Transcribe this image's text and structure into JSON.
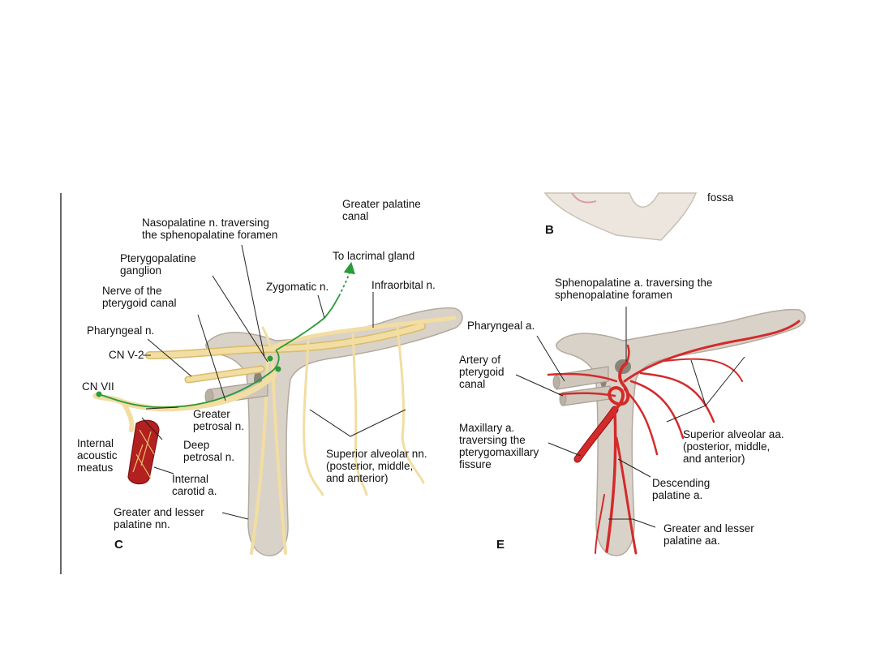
{
  "colors": {
    "bone": "#d9d2c8",
    "bone_stroke": "#b3aa9d",
    "nerve": "#f2dda2",
    "nerve_stroke": "#d9bb6a",
    "parasympathetic": "#2a9a3a",
    "artery": "#d42a2a",
    "artery_dark": "#8e1212",
    "leader": "#222222"
  },
  "panel_b": {
    "letter": "B",
    "label_fossa": "fossa"
  },
  "panel_c": {
    "letter": "C",
    "labels": {
      "greater_palatine_canal": "Greater palatine\ncanal",
      "nasopalatine": "Nasopalatine n. traversing\nthe sphenopalatine foramen",
      "lacrimal": "To lacrimal gland",
      "pterygopalatine_ganglion": "Pterygopalatine\nganglion",
      "zygomatic": "Zygomatic n.",
      "infraorbital": "Infraorbital n.",
      "nerve_pterygoid_canal": "Nerve of the\npterygoid canal",
      "pharyngeal_n": "Pharyngeal n.",
      "cn_v2": "CN V-2",
      "cn_vii": "CN VII",
      "greater_petrosal": "Greater\npetrosal n.",
      "internal_acoustic_meatus": "Internal\nacoustic\nmeatus",
      "deep_petrosal": "Deep\npetrosal n.",
      "internal_carotid": "Internal\ncarotid a.",
      "superior_alveolar_nn": "Superior alveolar nn.\n(posterior, middle,\nand anterior)",
      "greater_lesser_palatine_nn": "Greater and lesser\npalatine nn."
    }
  },
  "panel_e": {
    "letter": "E",
    "labels": {
      "sphenopalatine_a": "Sphenopalatine a. traversing the\nsphenopalatine foramen",
      "pharyngeal_a": "Pharyngeal a.",
      "artery_pterygoid_canal": "Artery of\npterygoid\ncanal",
      "maxillary_a": "Maxillary a.\ntraversing the\npterygomaxillary\nfissure",
      "superior_alveolar_aa": "Superior alveolar aa.\n(posterior, middle,\nand anterior)",
      "descending_palatine_a": "Descending\npalatine a.",
      "greater_lesser_palatine_aa": "Greater and lesser\npalatine aa."
    }
  }
}
